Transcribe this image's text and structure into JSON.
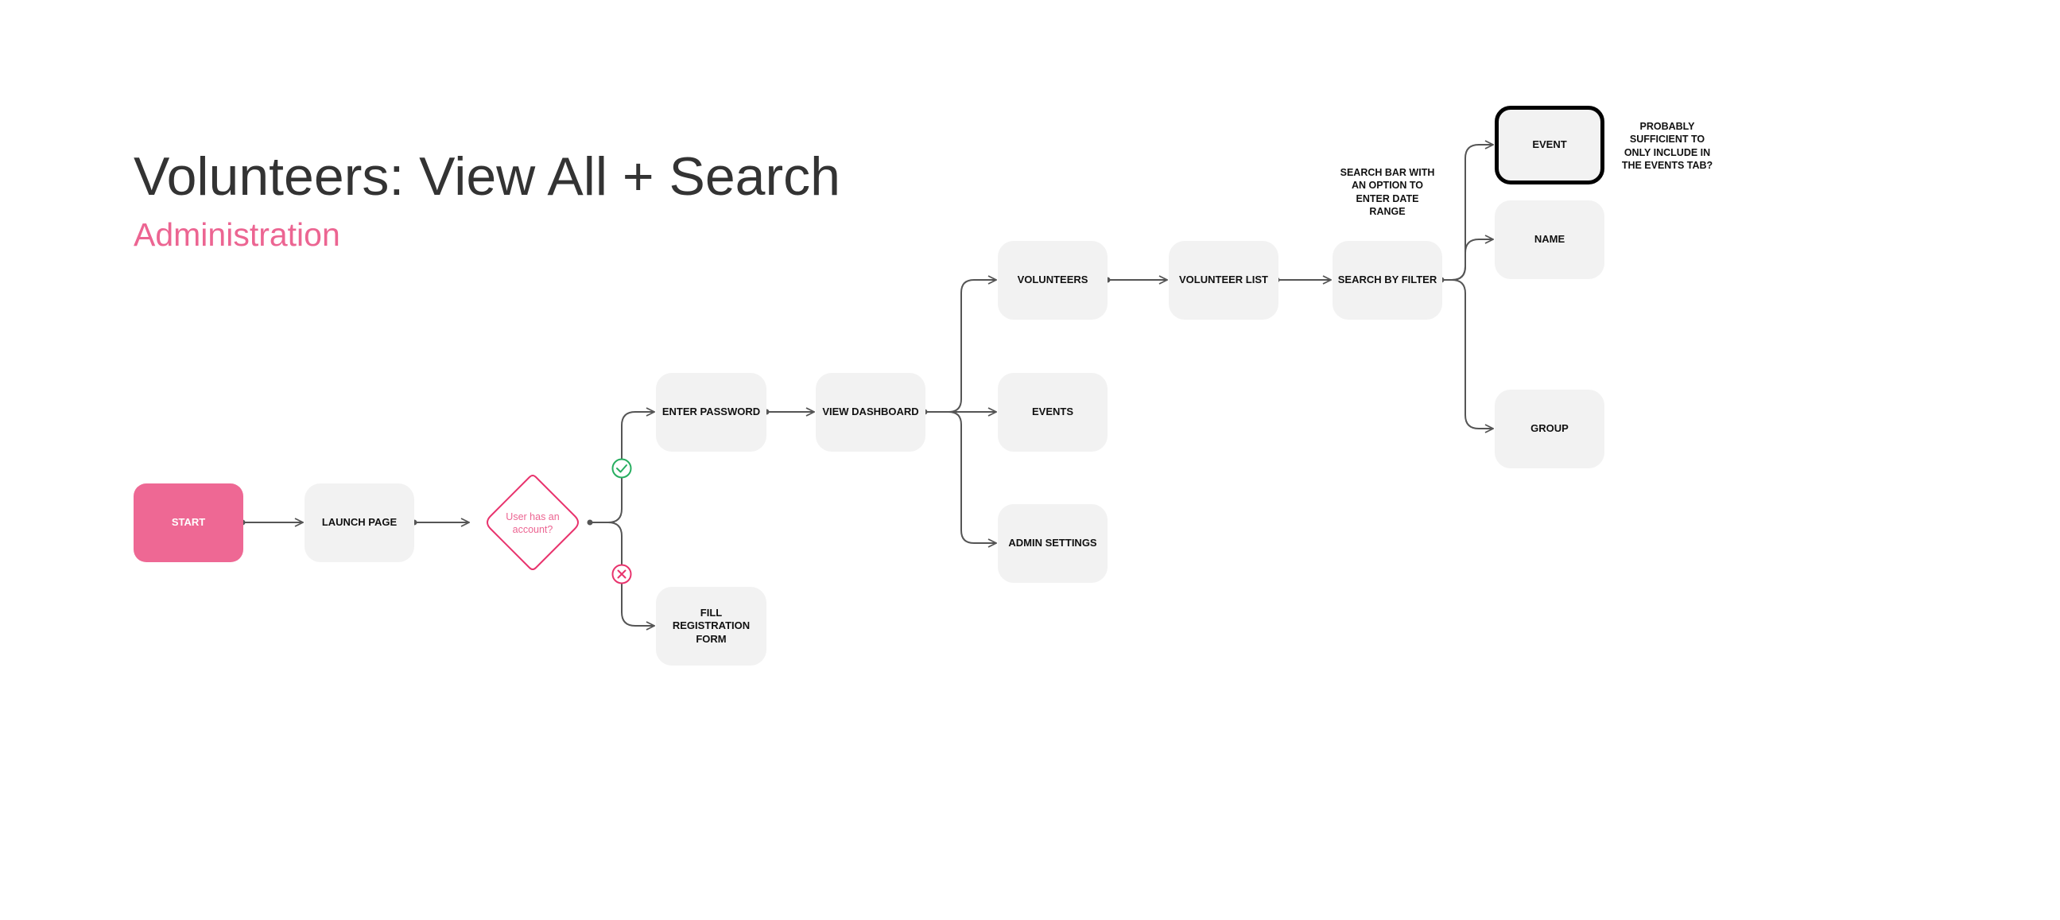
{
  "header": {
    "title": "Volunteers: View All + Search",
    "subtitle": "Administration"
  },
  "nodes": {
    "start": "START",
    "launch_page": "LAUNCH PAGE",
    "decision": "User has an account?",
    "enter_password": "ENTER PASSWORD",
    "fill_registration": "FILL REGISTRATION FORM",
    "view_dashboard": "VIEW DASHBOARD",
    "volunteers": "VOLUNTEERS",
    "events": "EVENTS",
    "admin_settings": "ADMIN SETTINGS",
    "volunteer_list": "VOLUNTEER LIST",
    "search_by_filter": "SEARCH BY FILTER",
    "event": "EVENT",
    "name": "NAME",
    "group": "GROUP"
  },
  "notes": {
    "search_bar": "SEARCH BAR WITH AN OPTION TO ENTER DATE RANGE",
    "event_tab": "PROBABLY SUFFICIENT TO ONLY INCLUDE IN THE EVENTS TAB?"
  },
  "colors": {
    "accent": "#ec6592",
    "start_fill": "#ee6894",
    "node_fill": "#f2f2f2",
    "edge": "#555555",
    "yes": "#27ae60",
    "no": "#e8336d"
  },
  "icons": {
    "yes": "check-circle-icon",
    "no": "x-circle-icon"
  }
}
